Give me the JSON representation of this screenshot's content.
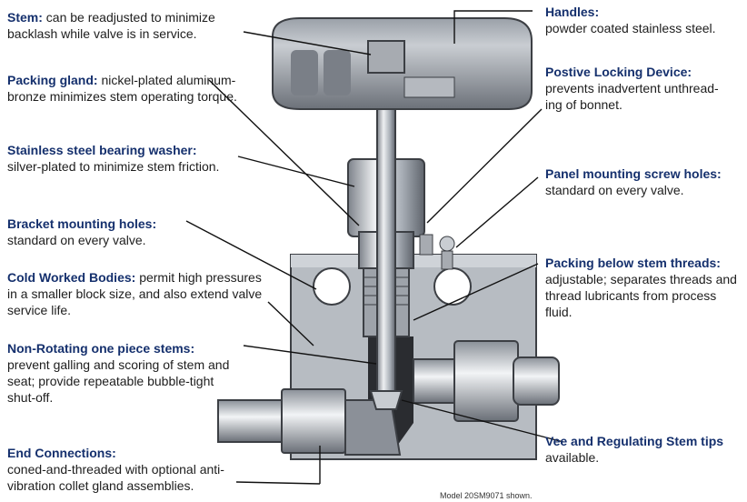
{
  "left_callouts": [
    {
      "id": "stem",
      "title": "Stem:",
      "text": " can be readjusted to minimize backlash while valve is in service."
    },
    {
      "id": "packing-gland",
      "title": "Packing gland:",
      "text": " nickel-plated aluminum-bronze minimizes stem operating torque."
    },
    {
      "id": "bearing-washer",
      "title": "Stainless steel bearing washer:",
      "text": "silver-plated to minimize stem friction."
    },
    {
      "id": "bracket-holes",
      "title": "Bracket mounting holes:",
      "text": "standard on every valve."
    },
    {
      "id": "cold-worked",
      "title": "Cold Worked Bodies:",
      "text": " permit high pressures in a smaller block size, and also extend valve service life."
    },
    {
      "id": "non-rotating",
      "title": "Non-Rotating one piece stems:",
      "text": "prevent galling and scoring of stem and seat; provide repeatable bubble-tight shut-off."
    },
    {
      "id": "end-connections",
      "title": "End Connections:",
      "text": "coned-and-threaded with optional anti-vibration collet gland assemblies."
    }
  ],
  "right_callouts": [
    {
      "id": "handles",
      "title": "Handles:",
      "text": "powder coated stainless steel."
    },
    {
      "id": "locking",
      "title": "Postive Locking Device:",
      "text": "prevents inadvertent unthread-ing of bonnet."
    },
    {
      "id": "panel-holes",
      "title": "Panel mounting screw holes:",
      "text": "standard on every valve."
    },
    {
      "id": "packing-below",
      "title": "Packing below stem threads:",
      "text": " adjustable; separates threads and thread lubricants from process fluid."
    },
    {
      "id": "vee-tips",
      "title": "Vee and Regulating Stem tips",
      "text": " available."
    }
  ],
  "caption": "Model 20SM9071 shown.",
  "colors": {
    "title": "#15306d",
    "body": "#1d1d1d",
    "metal_dark": "#6b7078",
    "metal_light": "#d7dade",
    "block": "#b9bdc3"
  }
}
